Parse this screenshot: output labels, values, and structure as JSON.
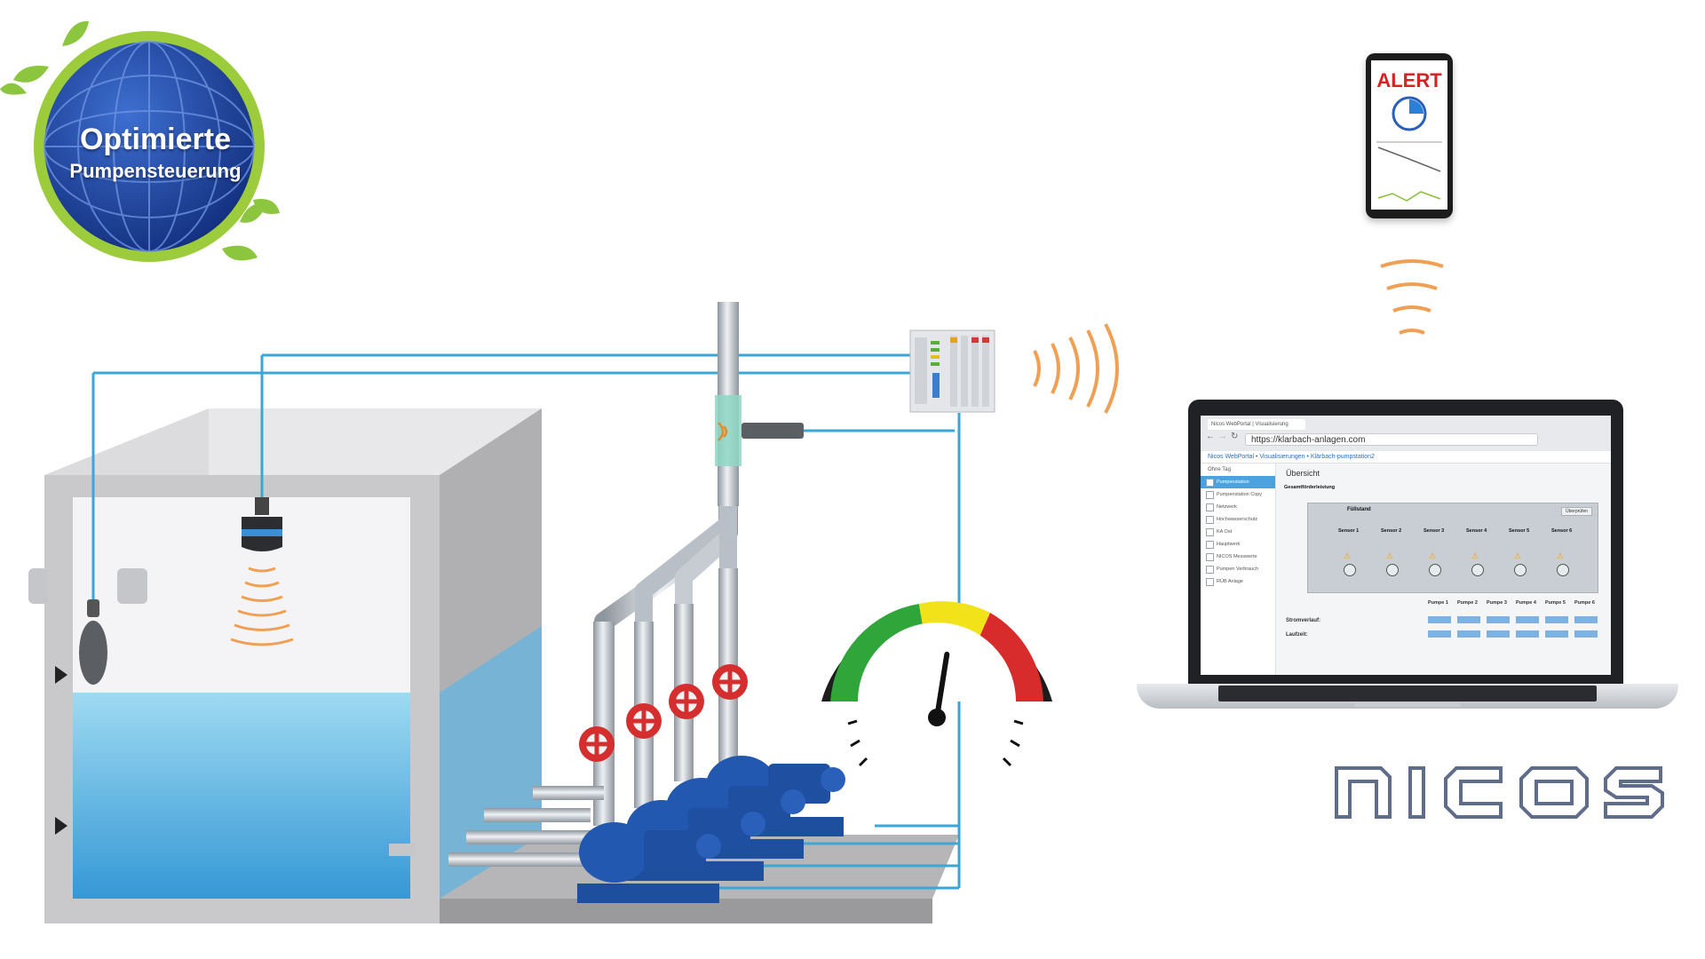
{
  "badge": {
    "title_line1": "Optimierte",
    "title_line2": "Pumpensteuerung",
    "colors": {
      "globe": "#1a3f9e",
      "ring": "#9ccc3c",
      "leaf": "#8cc63f"
    }
  },
  "phone": {
    "alert_label": "ALERT",
    "alert_color": "#d72323"
  },
  "laptop": {
    "browser_tab_title": "Nicos WebPortal | Visualisierung",
    "url": "https://klarbach-anlagen.com",
    "app_breadcrumb": "Nicos WebPortal • Visualisierungen • Klärbach-pumpstation2",
    "main_title": "Übersicht",
    "sidebar_filter": "Ohne Tag",
    "sidebar_items": [
      "Pumpenstation",
      "Pumpenstation Copy",
      "Netzwerk",
      "Hochwasserschutz",
      "KA Ost",
      "Hauptwerk",
      "NICOS Messwerte",
      "Pumpen Verbrauch",
      "RÜB Anlage"
    ],
    "panel": {
      "fuellstand": "Füllstand",
      "gesamt": "Gesamtförderleistung",
      "button": "Überprüfen",
      "sensors": [
        "Sensor 1",
        "Sensor 2",
        "Sensor 3",
        "Sensor 4",
        "Sensor 5",
        "Sensor 6"
      ],
      "pumps": [
        "Pumpe 1",
        "Pumpe 2",
        "Pumpe 3",
        "Pumpe 4",
        "Pumpe 5",
        "Pumpe 6"
      ],
      "row_stromverlauf": "Stromverlauf:",
      "row_laufzeit": "Laufzeit:"
    }
  },
  "brand": {
    "name": "nicos",
    "color": "#5f6c8a"
  },
  "colors": {
    "signal_line": "#3aa7d6",
    "signal_waves": "#f0a054",
    "water_light": "#7fd0f0",
    "water_deep": "#2a9ed8",
    "tank_wall": "#c9c9cb",
    "pipe": "#b9bfc6",
    "pump": "#1f4fa0",
    "valve": "#d42e2e",
    "gauge_green": "#2fa53a",
    "gauge_yellow": "#f1e21a",
    "gauge_red": "#d82b2b"
  },
  "gauge": {
    "needle_level": 0.55
  }
}
